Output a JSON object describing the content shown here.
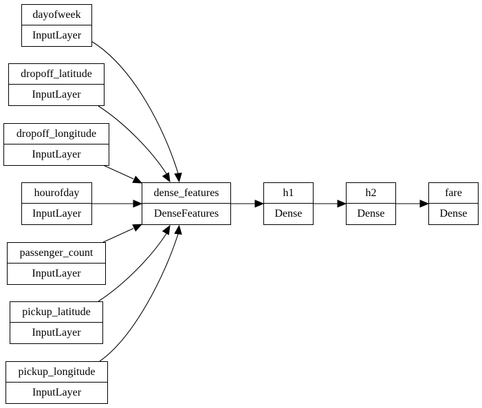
{
  "nodes": [
    {
      "id": "dayofweek",
      "name": "dayofweek",
      "type": "InputLayer"
    },
    {
      "id": "dropoff_latitude",
      "name": "dropoff_latitude",
      "type": "InputLayer"
    },
    {
      "id": "dropoff_longitude",
      "name": "dropoff_longitude",
      "type": "InputLayer"
    },
    {
      "id": "hourofday",
      "name": "hourofday",
      "type": "InputLayer"
    },
    {
      "id": "passenger_count",
      "name": "passenger_count",
      "type": "InputLayer"
    },
    {
      "id": "pickup_latitude",
      "name": "pickup_latitude",
      "type": "InputLayer"
    },
    {
      "id": "pickup_longitude",
      "name": "pickup_longitude",
      "type": "InputLayer"
    },
    {
      "id": "dense_features",
      "name": "dense_features",
      "type": "DenseFeatures"
    },
    {
      "id": "h1",
      "name": "h1",
      "type": "Dense"
    },
    {
      "id": "h2",
      "name": "h2",
      "type": "Dense"
    },
    {
      "id": "fare",
      "name": "fare",
      "type": "Dense"
    }
  ],
  "edges": [
    {
      "from": "dayofweek",
      "to": "dense_features"
    },
    {
      "from": "dropoff_latitude",
      "to": "dense_features"
    },
    {
      "from": "dropoff_longitude",
      "to": "dense_features"
    },
    {
      "from": "hourofday",
      "to": "dense_features"
    },
    {
      "from": "passenger_count",
      "to": "dense_features"
    },
    {
      "from": "pickup_latitude",
      "to": "dense_features"
    },
    {
      "from": "pickup_longitude",
      "to": "dense_features"
    },
    {
      "from": "dense_features",
      "to": "h1"
    },
    {
      "from": "h1",
      "to": "h2"
    },
    {
      "from": "h2",
      "to": "fare"
    }
  ]
}
